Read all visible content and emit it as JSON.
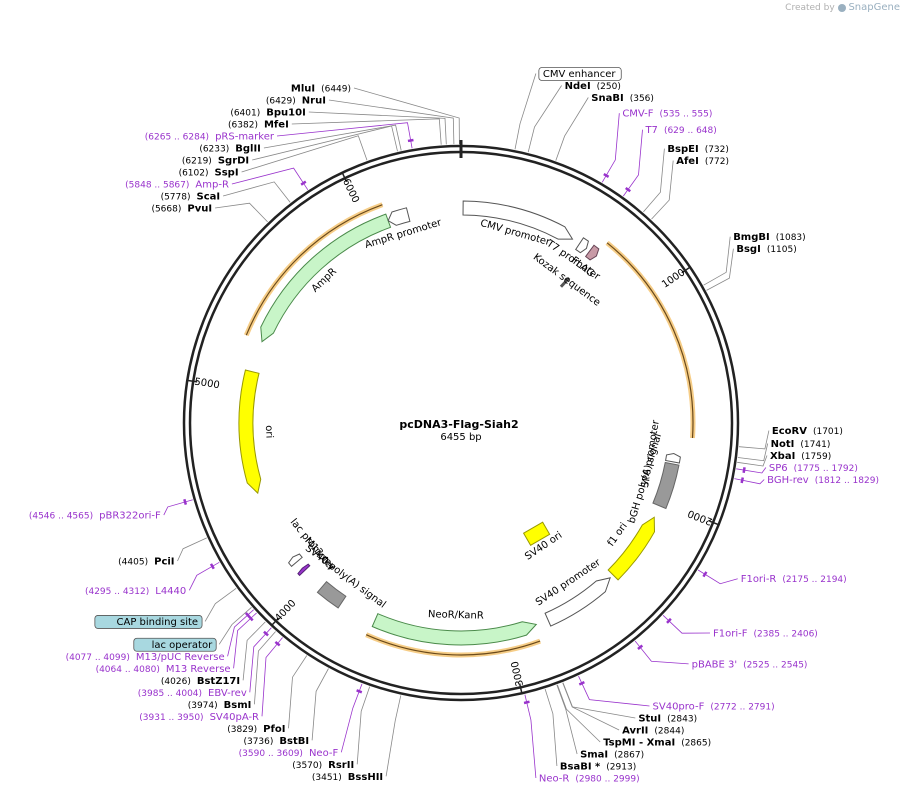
{
  "credit": {
    "prefix": "Created by",
    "brand": "SnapGene"
  },
  "plasmid": {
    "name": "pcDNA3-Flag-Siah2",
    "length_label": "6455 bp",
    "total_bp": 6455
  },
  "colors": {
    "backbone": "#222222",
    "leader": "#888888",
    "primer": "#9933cc",
    "promoter_fill": "#ffffff",
    "cds_fill": "#c8f5c8",
    "ori_fill": "#ffff00",
    "polya_fill": "#999999",
    "orf_glow": "#f5c87a",
    "box_fill": "#a8d8e0"
  },
  "ticks": [
    {
      "label": "1000",
      "bp": 1000
    },
    {
      "label": "2000",
      "bp": 2000
    },
    {
      "label": "3000",
      "bp": 3000
    },
    {
      "label": "4000",
      "bp": 4000
    },
    {
      "label": "5000",
      "bp": 5000
    },
    {
      "label": "6000",
      "bp": 6000
    }
  ],
  "sites": [
    {
      "name": "NruI",
      "pos": "(6429)",
      "bp": 6429,
      "pos_first": true
    },
    {
      "name": "Bpu10I",
      "pos": "(6401)",
      "bp": 6401,
      "pos_first": true
    },
    {
      "name": "MfeI",
      "pos": "(6382)",
      "bp": 6382,
      "pos_first": true
    },
    {
      "name": "BglII",
      "pos": "(6233)",
      "bp": 6233,
      "pos_first": true
    },
    {
      "name": "SgrDI",
      "pos": "(6219)",
      "bp": 6219,
      "pos_first": true
    },
    {
      "name": "SspI",
      "pos": "(6102)",
      "bp": 6102,
      "pos_first": true
    },
    {
      "name": "ScaI",
      "pos": "(5778)",
      "bp": 5778,
      "pos_first": true
    },
    {
      "name": "PvuI",
      "pos": "(5668)",
      "bp": 5668,
      "pos_first": true
    },
    {
      "name": "MluI",
      "pos": "(6449)",
      "bp": 6449,
      "pos_first": false
    },
    {
      "name": "NdeI",
      "pos": "(250)",
      "bp": 250,
      "pos_first": false
    },
    {
      "name": "SnaBI",
      "pos": "(356)",
      "bp": 356,
      "pos_first": false
    },
    {
      "name": "BspEI",
      "pos": "(732)",
      "bp": 732,
      "pos_first": false
    },
    {
      "name": "AfeI",
      "pos": "(772)",
      "bp": 772,
      "pos_first": false
    },
    {
      "name": "BmgBI",
      "pos": "(1083)",
      "bp": 1083,
      "pos_first": false
    },
    {
      "name": "BsgI",
      "pos": "(1105)",
      "bp": 1105,
      "pos_first": false
    },
    {
      "name": "EcoRV",
      "pos": "(1701)",
      "bp": 1701,
      "pos_first": false
    },
    {
      "name": "NotI",
      "pos": "(1741)",
      "bp": 1741,
      "pos_first": false
    },
    {
      "name": "XbaI",
      "pos": "(1759)",
      "bp": 1759,
      "pos_first": false
    },
    {
      "name": "StuI",
      "pos": "(2843)",
      "bp": 2843,
      "pos_first": false
    },
    {
      "name": "AvrII",
      "pos": "(2844)",
      "bp": 2844,
      "pos_first": false
    },
    {
      "name": "TspMI  -  XmaI",
      "pos": "(2865)",
      "bp": 2865,
      "pos_first": false
    },
    {
      "name": "SmaI",
      "pos": "(2867)",
      "bp": 2867,
      "pos_first": false
    },
    {
      "name": "BsaBI *",
      "pos": "(2913)",
      "bp": 2913,
      "pos_first": false
    },
    {
      "name": "BssHII",
      "pos": "(3451)",
      "bp": 3451,
      "pos_first": true
    },
    {
      "name": "RsrII",
      "pos": "(3570)",
      "bp": 3570,
      "pos_first": true
    },
    {
      "name": "BstBI",
      "pos": "(3736)",
      "bp": 3736,
      "pos_first": true
    },
    {
      "name": "PfoI",
      "pos": "(3829)",
      "bp": 3829,
      "pos_first": true
    },
    {
      "name": "BsmI",
      "pos": "(3974)",
      "bp": 3974,
      "pos_first": true
    },
    {
      "name": "BstZ17I",
      "pos": "(4026)",
      "bp": 4026,
      "pos_first": true
    },
    {
      "name": "PciI",
      "pos": "(4405)",
      "bp": 4405,
      "pos_first": true
    }
  ],
  "primers": [
    {
      "name": "pRS-marker",
      "range": "(6265 .. 6284)",
      "bp": 6274,
      "range_first": true
    },
    {
      "name": "Amp-R",
      "range": "(5848 .. 5867)",
      "bp": 5858,
      "range_first": true
    },
    {
      "name": "CMV-F",
      "range": "(535 .. 555)",
      "bp": 545,
      "range_first": false
    },
    {
      "name": "T7",
      "range": "(629 .. 648)",
      "bp": 638,
      "range_first": false
    },
    {
      "name": "SP6",
      "range": "(1775 .. 1792)",
      "bp": 1783,
      "range_first": false
    },
    {
      "name": "BGH-rev",
      "range": "(1812 .. 1829)",
      "bp": 1820,
      "range_first": false
    },
    {
      "name": "F1ori-R",
      "range": "(2175 .. 2194)",
      "bp": 2184,
      "range_first": false
    },
    {
      "name": "F1ori-F",
      "range": "(2385 .. 2406)",
      "bp": 2395,
      "range_first": false
    },
    {
      "name": "pBABE 3'",
      "range": "(2525 .. 2545)",
      "bp": 2535,
      "range_first": false
    },
    {
      "name": "SV40pro-F",
      "range": "(2772 .. 2791)",
      "bp": 2781,
      "range_first": false
    },
    {
      "name": "Neo-R",
      "range": "(2980 .. 2999)",
      "bp": 2990,
      "range_first": false
    },
    {
      "name": "Neo-F",
      "range": "(3590 .. 3609)",
      "bp": 3600,
      "range_first": true
    },
    {
      "name": "SV40pA-R",
      "range": "(3931 .. 3950)",
      "bp": 3940,
      "range_first": true
    },
    {
      "name": "EBV-rev",
      "range": "(3985 .. 4004)",
      "bp": 3995,
      "range_first": true
    },
    {
      "name": "M13 Reverse",
      "range": "(4064 .. 4080)",
      "bp": 4072,
      "range_first": true
    },
    {
      "name": "M13/pUC Reverse",
      "range": "(4077 .. 4099)",
      "bp": 4088,
      "range_first": true
    },
    {
      "name": "L4440",
      "range": "(4295 .. 4312)",
      "bp": 4304,
      "range_first": true
    },
    {
      "name": "pBR322ori-F",
      "range": "(4546 .. 4565)",
      "bp": 4555,
      "range_first": true
    }
  ],
  "boxed_features": [
    {
      "name": "CMV enhancer",
      "bp": 200
    },
    {
      "name": "CAP binding site",
      "bp": 4190
    },
    {
      "name": "lac operator",
      "bp": 4100
    }
  ],
  "features": [
    {
      "name": "CMV promoter",
      "type": "promoter",
      "start": 10,
      "end": 560,
      "dir": 1,
      "track": 1
    },
    {
      "name": "T7 promoter",
      "type": "promoter",
      "start": 600,
      "end": 640,
      "dir": 1,
      "track": 1
    },
    {
      "name": "FLAG",
      "type": "tag",
      "start": 660,
      "end": 700,
      "dir": 1,
      "track": 1
    },
    {
      "name": "Kozak sequence",
      "type": "misc",
      "start": 650,
      "end": 658,
      "dir": 1,
      "track": 2
    },
    {
      "name": "SP6 promoter",
      "type": "promoter",
      "start": 1760,
      "end": 1800,
      "dir": -1,
      "track": 1
    },
    {
      "name": "bGH poly(A) signal",
      "type": "polya",
      "start": 1810,
      "end": 2020,
      "dir": 0,
      "track": 1
    },
    {
      "name": "f1 ori",
      "type": "ori",
      "start": 2080,
      "end": 2420,
      "dir": -1,
      "track": 1
    },
    {
      "name": "SV40 promoter",
      "type": "promoter",
      "start": 2440,
      "end": 2800,
      "dir": -1,
      "track": 1
    },
    {
      "name": "SV40 ori",
      "type": "ori_box",
      "start": 2580,
      "end": 2660,
      "dir": 0,
      "track": 3
    },
    {
      "name": "NeoR/KanR",
      "type": "cds",
      "start": 2860,
      "end": 3650,
      "dir": -1,
      "track": 1
    },
    {
      "name": "SV40 poly(A) signal",
      "type": "polya",
      "start": 3830,
      "end": 3950,
      "dir": 0,
      "track": 1
    },
    {
      "name": "M13 rev",
      "type": "primer_bind",
      "start": 4064,
      "end": 4080,
      "dir": 1,
      "track": 1
    },
    {
      "name": "lac promoter",
      "type": "promoter",
      "start": 4120,
      "end": 4150,
      "dir": 1,
      "track": 1
    },
    {
      "name": "ori",
      "type": "ori",
      "start": 4500,
      "end": 5089,
      "dir": -1,
      "track": 1
    },
    {
      "name": "AmpR",
      "type": "cds",
      "start": 5240,
      "end": 6100,
      "dir": -1,
      "track": 1
    },
    {
      "name": "AmpR promoter",
      "type": "promoter",
      "start": 6100,
      "end": 6200,
      "dir": -1,
      "track": 1
    }
  ],
  "orfs": [
    {
      "name": "Siah2 ORF",
      "start": 700,
      "end": 1680,
      "dir": 1
    },
    {
      "name": "NeoR ORF",
      "start": 2870,
      "end": 3660,
      "dir": -1
    },
    {
      "name": "AmpR ORF",
      "start": 5240,
      "end": 6100,
      "dir": -1
    }
  ]
}
